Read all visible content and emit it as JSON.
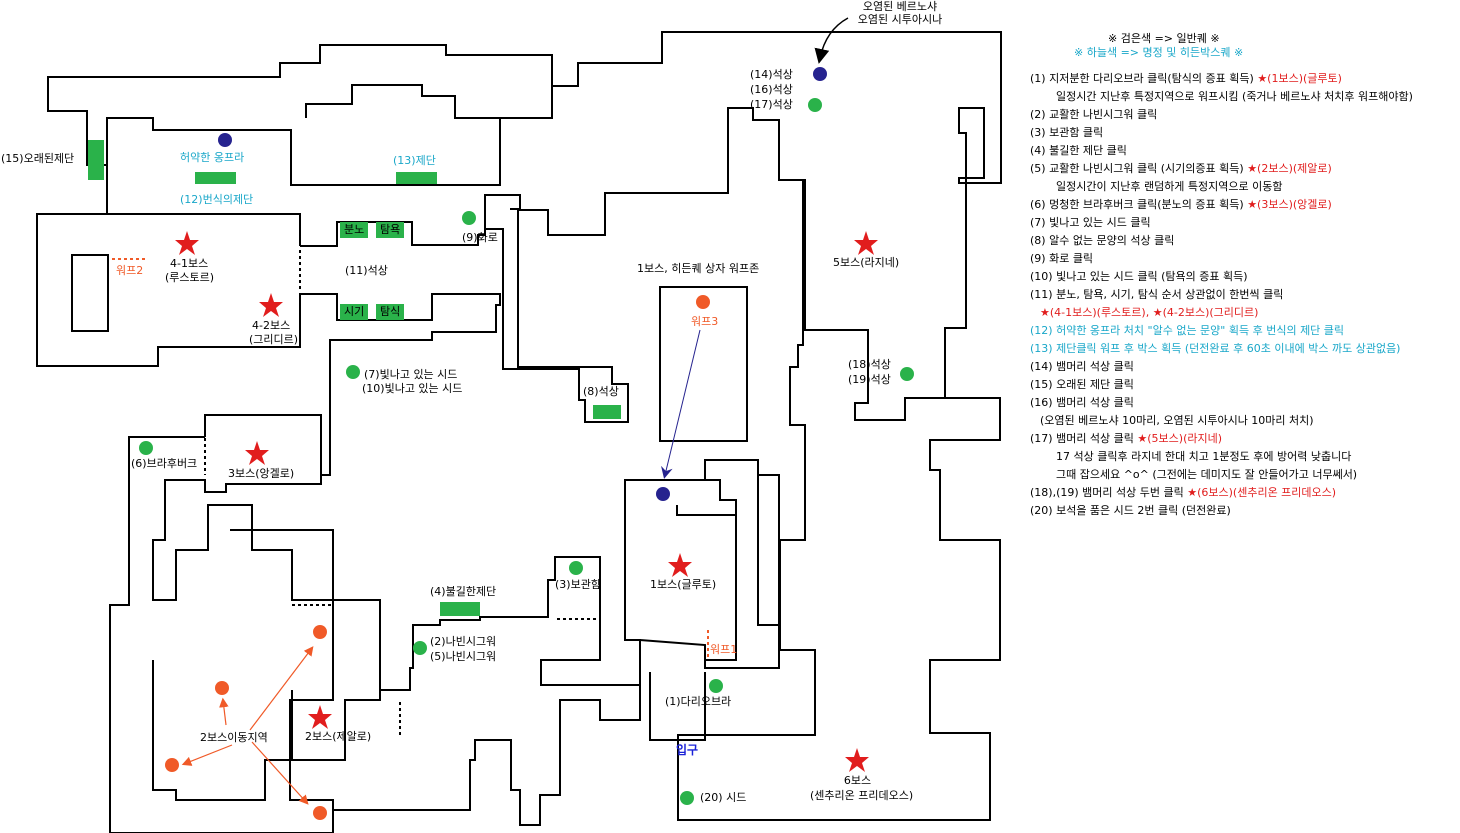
{
  "top_note": [
    "오염된 베르노샤",
    "오염된 시투아시나"
  ],
  "legend_header": {
    "line1": "※ 검은색 => 일반퀘 ※",
    "line2": "※ 하늘색 => 명정 및 히든박스퀘 ※"
  },
  "map_labels": {
    "rune_left": "(15)오래된제단",
    "weak_ogpra": "허약한 옹프라",
    "bansik_altar": "(12)번식의제단",
    "altar13": "(13)제단",
    "boss4_1": "4-1보스",
    "boss4_1_name": "(루스토르)",
    "warp2": "워프2",
    "boss4_2": "4-2보스",
    "boss4_2_name": "(그리디르)",
    "bunno": "분노",
    "tamyok": "탐욕",
    "sigi": "시기",
    "tamsik": "탐식",
    "statue11": "(11)석상",
    "brazier9": "(9)화로",
    "seed7": "(7)빛나고 있는 시드",
    "seed10": "(10)빛나고 있는 시드",
    "statue8": "(8)석상",
    "brahubeo6": "(6)브라후버크",
    "boss3": "3보스(앙겔로)",
    "statue14": "(14)석상",
    "statue16": "(16)석상",
    "statue17": "(17)석상",
    "boss5": "5보스(라지네)",
    "statue18": "(18)석상",
    "statue19": "(19)석상",
    "boss1_hidden": "1보스, 히든퀘 상자 워프존",
    "warp3": "워프3",
    "boss1": "1보스(글루토)",
    "warp1": "워프1",
    "darioubra1": "(1)다리오브라",
    "entrance": "입구",
    "seed20": "(20) 시드",
    "boss6": "6보스",
    "boss6_name": "(센추리온 프리데오스)",
    "altar4": "(4)불길한제단",
    "box3": "(3)보관함",
    "nabi2": "(2)나빈시그워",
    "nabi5": "(5)나빈시그워",
    "boss2": "2보스(제알로)",
    "boss2_move": "2보스이동지역"
  },
  "legend_items": [
    {
      "t": "(1) 지저분한 다리오브라 클릭(탐식의 증표 획득) ",
      "r": "★(1보스)(글루토)"
    },
    {
      "t": "일정시간 지난후 특정지역으로 워프시킴 (죽거나 베르노샤 처치후 워프해야함)",
      "indent": true
    },
    {
      "t": "(2) 교활한 나빈시그워 클릭"
    },
    {
      "t": "(3) 보관함 클릭"
    },
    {
      "t": "(4) 불길한 제단 클릭"
    },
    {
      "t": "(5) 교활한 나빈시그워 클릭 (시기의증표 획득) ",
      "r": "★(2보스)(제알로)"
    },
    {
      "t": "일정시간이 지난후 랜덤하게 특정지역으로 이동함",
      "indent": true
    },
    {
      "t": "(6) 멍청한 브라후버크 클릭(분노의 증표 획득) ",
      "r": "★(3보스)(앙겔로)"
    },
    {
      "t": "(7) 빛나고 있는 시드 클릭"
    },
    {
      "t": "(8) 알수 없는 문양의 석상 클릭"
    },
    {
      "t": "(9) 화로 클릭"
    },
    {
      "t": "(10) 빛나고 있는 시드 클릭 (탐욕의 증표 획득)"
    },
    {
      "t": "(11) 분노, 탐욕, 시기, 탐식 순서 상관없이 한번씩 클릭"
    },
    {
      "t": "",
      "r": "★(4-1보스)(루스토르), ★(4-2보스)(그리디르)",
      "indent2": true
    },
    {
      "c": "(12) 허약한 옹프라 처치 \"알수 없는 문양\" 획득 후 번식의 제단 클릭"
    },
    {
      "c": "(13) 제단클릭 워프 후 박스 획득 (던전완료 후 60초 이내에 박스 까도 상관없음)"
    },
    {
      "t": "(14) 뱀머리 석상 클릭"
    },
    {
      "t": "(15) 오래된 제단 클릭"
    },
    {
      "t": "(16) 뱀머리 석상 클릭"
    },
    {
      "t": "(오염된 베르노샤 10마리, 오염된 시투아시나 10마리 처치)",
      "indent2": true
    },
    {
      "t": "(17) 뱀머리 석상 클릭 ",
      "r": "★(5보스)(라지네)"
    },
    {
      "t": "17 석상 클릭후 라지네 한대 치고 1분정도 후에 방어력 낮춥니다",
      "indent": true
    },
    {
      "t": "그때 잡으세요 ^o^ (그전에는 데미지도 잘 안들어가고 너무쎄서)",
      "indent": true
    },
    {
      "t": "(18),(19) 뱀머리 석상 두번 클릭 ",
      "r": "★(6보스)(센추리온 프리데오스)"
    },
    {
      "t": "(20) 보석을 품은 시드 2번 클릭 (던전완료)"
    }
  ],
  "colors": {
    "green": "#2ab24a",
    "navy": "#26238f",
    "orange": "#f05a28",
    "red_star": "#e11d1d",
    "cyan_text": "#19a7c9"
  }
}
